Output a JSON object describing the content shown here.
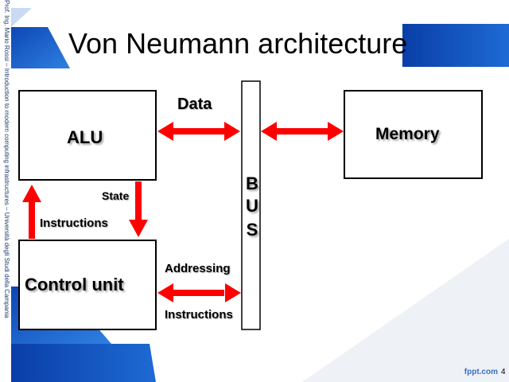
{
  "slide": {
    "title": "Von Neumann architecture",
    "sidebar_credit": "Prof. Ing. Mario Rossi – Introduction to modern computing infrastructures – Università degli Studi della Campania",
    "footer_brand": "fppt.com",
    "page_number": "4"
  },
  "diagram": {
    "nodes": {
      "alu": "ALU",
      "memory": "Memory",
      "control_unit": "Control unit",
      "bus": [
        "B",
        "U",
        "S"
      ]
    },
    "edge_labels": {
      "data": "Data",
      "state": "State",
      "instructions_up": "Instructions",
      "addressing": "Addressing",
      "instructions_bus": "Instructions"
    },
    "edges": [
      {
        "from": "alu",
        "to": "bus",
        "direction": "both",
        "label": "Data"
      },
      {
        "from": "bus",
        "to": "memory",
        "direction": "both"
      },
      {
        "from": "alu",
        "to": "control_unit",
        "direction": "forward",
        "label": "State"
      },
      {
        "from": "control_unit",
        "to": "alu",
        "direction": "forward",
        "label": "Instructions"
      },
      {
        "from": "control_unit",
        "to": "bus",
        "direction": "both",
        "label": "Addressing / Instructions"
      }
    ]
  },
  "colors": {
    "arrow": "#ff0000",
    "accent_blue": "#1a5fc8",
    "box_border": "#000000"
  }
}
